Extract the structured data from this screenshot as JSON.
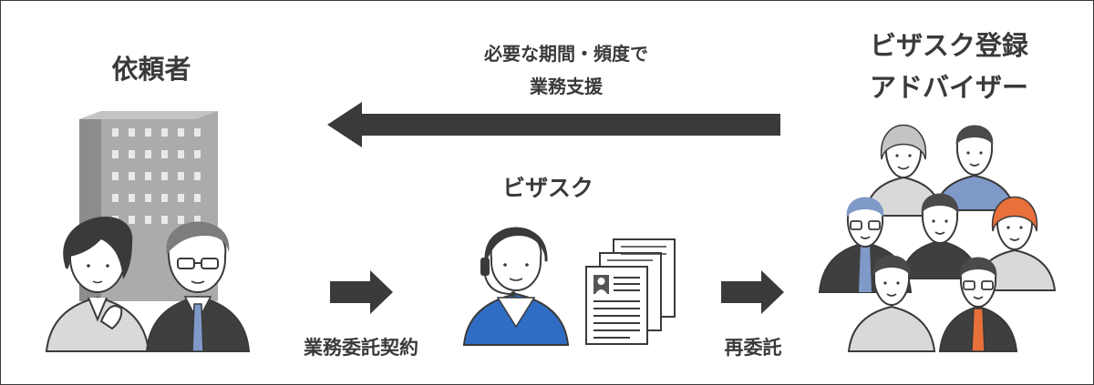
{
  "client": {
    "label": "依頼者"
  },
  "top_message": {
    "line1": "必要な期間・頻度で",
    "line2": "業務支援"
  },
  "center": {
    "label": "ビザスク"
  },
  "advisers": {
    "line1": "ビザスク登録",
    "line2": "アドバイザー"
  },
  "flow": {
    "contract_label": "業務委託契約",
    "recontract_label": "再委託"
  },
  "colors": {
    "text": "#3a3a3a",
    "arrow": "#3a3a3a",
    "building": "#a9a9a9",
    "accent_blue": "#7f99c8",
    "operator_blue": "#2f6dc4",
    "accent_orange": "#e8703a"
  }
}
